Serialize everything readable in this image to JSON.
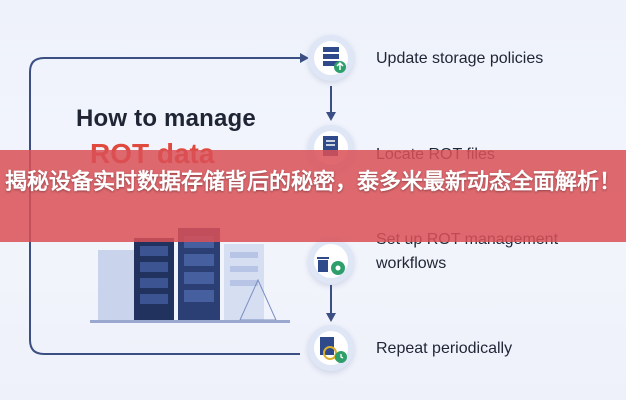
{
  "infographic": {
    "title_line1": "How to manage",
    "title_line2": "ROT data",
    "steps": [
      {
        "label": "Update storage policies",
        "icon": "server-upload-icon"
      },
      {
        "label": "Locate ROT files",
        "icon": "document-search-icon"
      },
      {
        "label_line1": "Set up ROT management",
        "label_line2": "workflows",
        "icon": "trash-settings-icon"
      },
      {
        "label": "Repeat periodically",
        "icon": "search-clock-icon"
      }
    ],
    "colors": {
      "accent_red": "#e04a3e",
      "node_blue": "#2f4a8a",
      "line": "#3b4f82"
    }
  },
  "banner": {
    "text": "揭秘设备实时数据存储背后的秘密，泰多米最新动态全面解析！",
    "color": "#da5056"
  }
}
